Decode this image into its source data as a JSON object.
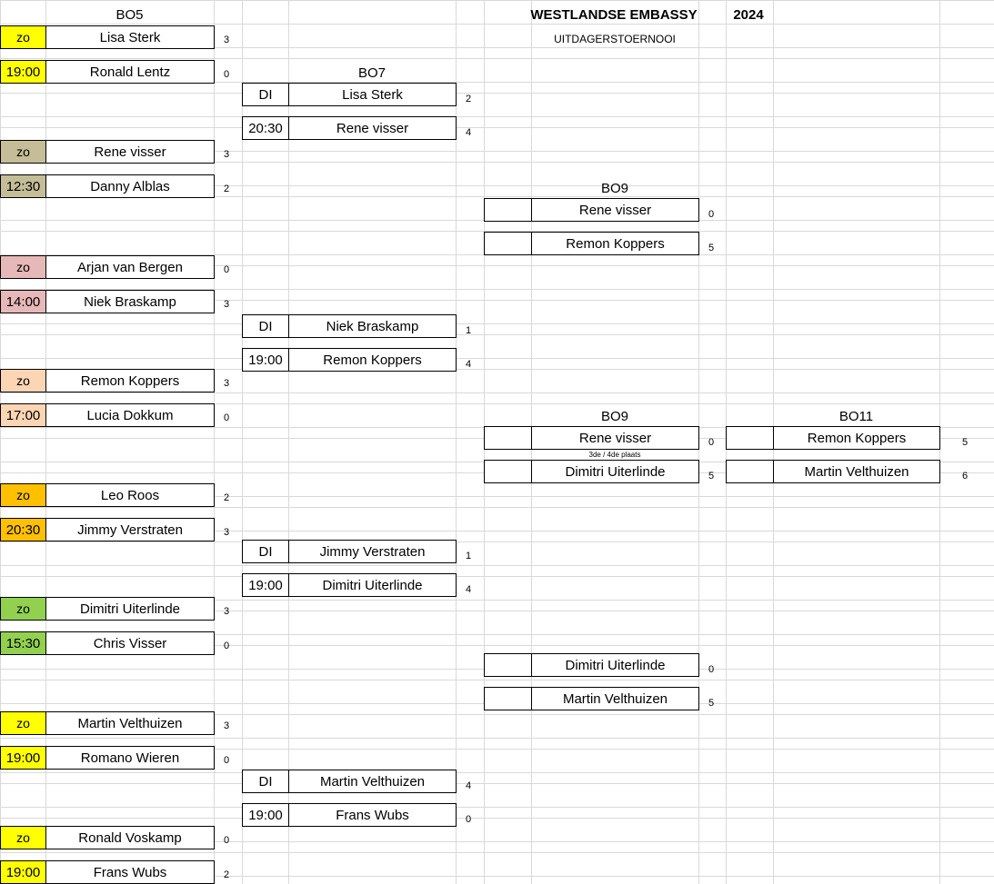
{
  "header": {
    "title": "WESTLANDSE EMBASSY",
    "year": "2024",
    "subtitle": "UITDAGERSTOERNOOI"
  },
  "round_labels": {
    "r1": "BO5",
    "r2": "BO7",
    "r3a": "BO9",
    "r3b": "BO9",
    "r4": "BO11"
  },
  "colors": {
    "yellow": "#ffff00",
    "khaki": "#c4bd97",
    "pink": "#e6b8b7",
    "peach": "#fcd5b4",
    "orange": "#ffc000",
    "green": "#92d050"
  },
  "round1": [
    {
      "day": "zo",
      "time": "19:00",
      "p1": "Lisa Sterk",
      "s1": "3",
      "p2": "Ronald Lentz",
      "s2": "0",
      "color": "yellow"
    },
    {
      "day": "zo",
      "time": "12:30",
      "p1": "Rene visser",
      "s1": "3",
      "p2": "Danny Alblas",
      "s2": "2",
      "color": "khaki"
    },
    {
      "day": "zo",
      "time": "14:00",
      "p1": "Arjan van Bergen",
      "s1": "0",
      "p2": "Niek Braskamp",
      "s2": "3",
      "color": "pink"
    },
    {
      "day": "zo",
      "time": "17:00",
      "p1": "Remon Koppers",
      "s1": "3",
      "p2": "Lucia Dokkum",
      "s2": "0",
      "color": "peach"
    },
    {
      "day": "zo",
      "time": "20:30",
      "p1": "Leo Roos",
      "s1": "2",
      "p2": "Jimmy Verstraten",
      "s2": "3",
      "color": "orange"
    },
    {
      "day": "zo",
      "time": "15:30",
      "p1": "Dimitri Uiterlinde",
      "s1": "3",
      "p2": "Chris Visser",
      "s2": "0",
      "color": "green"
    },
    {
      "day": "zo",
      "time": "19:00",
      "p1": "Martin Velthuizen",
      "s1": "3",
      "p2": "Romano Wieren",
      "s2": "0",
      "color": "yellow"
    },
    {
      "day": "zo",
      "time": "19:00",
      "p1": "Ronald Voskamp",
      "s1": "0",
      "p2": "Frans Wubs",
      "s2": "2",
      "color": "yellow"
    }
  ],
  "round2": [
    {
      "day": "DI",
      "time": "20:30",
      "p1": "Lisa Sterk",
      "s1": "2",
      "p2": "Rene visser",
      "s2": "4"
    },
    {
      "day": "DI",
      "time": "19:00",
      "p1": "Niek Braskamp",
      "s1": "1",
      "p2": "Remon Koppers",
      "s2": "4"
    },
    {
      "day": "DI",
      "time": "19:00",
      "p1": "Jimmy Verstraten",
      "s1": "1",
      "p2": "Dimitri Uiterlinde",
      "s2": "4"
    },
    {
      "day": "DI",
      "time": "19:00",
      "p1": "Martin Velthuizen",
      "s1": "4",
      "p2": "Frans Wubs",
      "s2": "0"
    }
  ],
  "round3": [
    {
      "p1": "Rene visser",
      "s1": "0",
      "p2": "Remon Koppers",
      "s2": "5"
    },
    {
      "p1": "Rene visser",
      "s1": "0",
      "p2": "Dimitri Uiterlinde",
      "s2": "5",
      "note": "3de / 4de plaats"
    },
    {
      "p1": "Dimitri Uiterlinde",
      "s1": "0",
      "p2": "Martin Velthuizen",
      "s2": "5"
    }
  ],
  "final": {
    "p1": "Remon Koppers",
    "s1": "5",
    "p2": "Martin Velthuizen",
    "s2": "6"
  }
}
